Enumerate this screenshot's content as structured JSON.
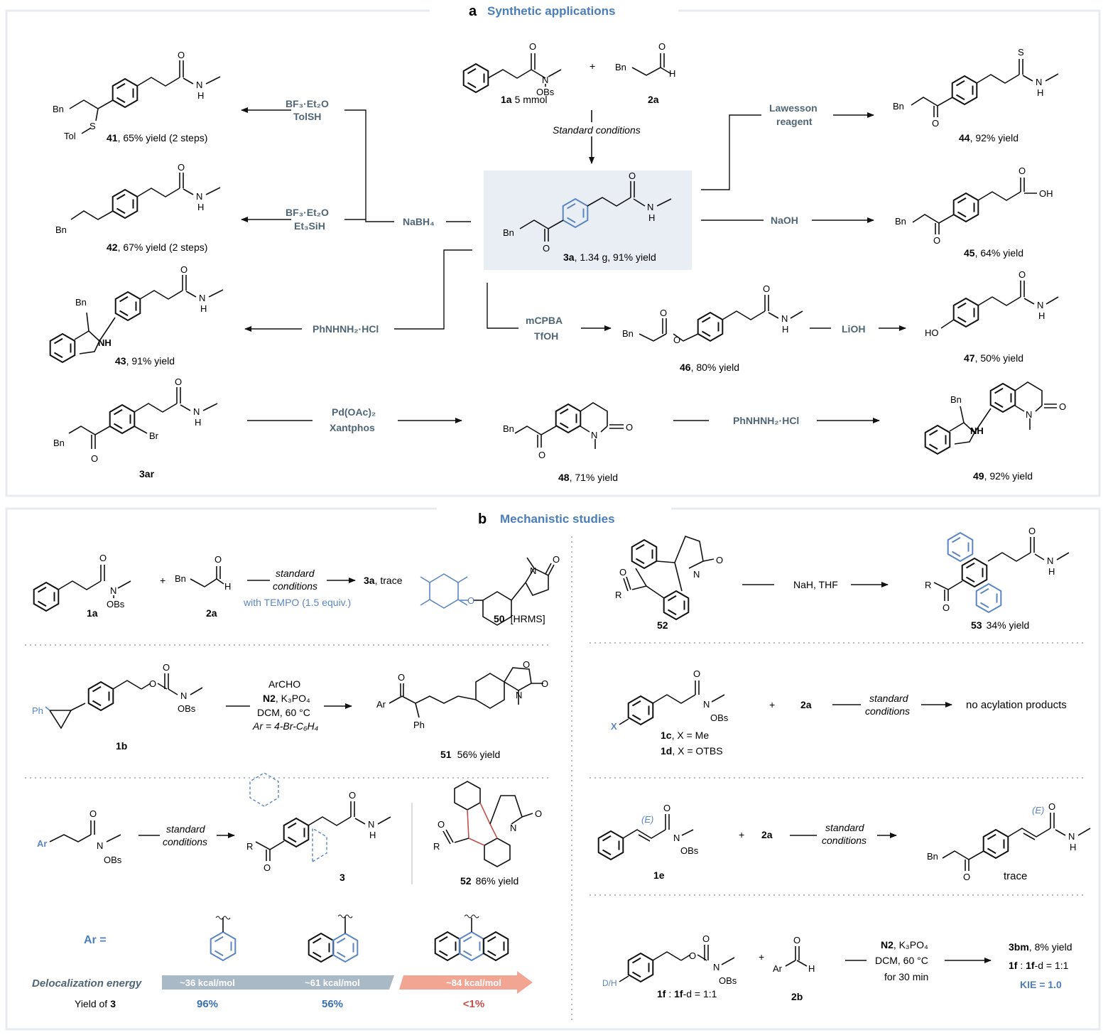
{
  "panel_a": {
    "letter": "a",
    "title": "Synthetic applications",
    "start": {
      "sm1_label": "1a",
      "sm1_amount": "5 mmol",
      "plus": "+",
      "sm2_label": "2a",
      "sm2_sub": "Bn",
      "conditions": "Standard conditions"
    },
    "center": {
      "label": "3a",
      "detail": ", 1.34 g, 91% yield",
      "bn": "Bn"
    },
    "reagents": {
      "bf3_tolsh_1": "BF₃·Et₂O",
      "bf3_tolsh_2": "TolSH",
      "bf3_silane_1": "BF₃·Et₂O",
      "bf3_silane_2": "Et₃SiH",
      "nabh4": "NaBH₄",
      "phnhnh2_1": "PhNHNH₂·HCl",
      "lawesson_1": "Lawesson",
      "lawesson_2": "reagent",
      "naoh": "NaOH",
      "mcpba_1": "mCPBA",
      "mcpba_2": "TfOH",
      "lioh": "LiOH",
      "pd_1": "Pd(OAc)₂",
      "pd_2": "Xantphos",
      "phnhnh2_2": "PhNHNH₂·HCl"
    },
    "products": {
      "p41": {
        "label": "41",
        "detail": ", 65% yield (2 steps)"
      },
      "p42": {
        "label": "42",
        "detail": ", 67% yield (2 steps)"
      },
      "p43": {
        "label": "43",
        "detail": ", 91% yield"
      },
      "p44": {
        "label": "44",
        "detail": ", 92% yield"
      },
      "p45": {
        "label": "45",
        "detail": ", 64% yield"
      },
      "p46": {
        "label": "46",
        "detail": ", 80% yield"
      },
      "p47": {
        "label": "47",
        "detail": ", 50% yield"
      },
      "p3ar": {
        "label": "3ar"
      },
      "p48": {
        "label": "48",
        "detail": ", 71% yield"
      },
      "p49": {
        "label": "49",
        "detail": ", 92% yield"
      }
    },
    "atoms": {
      "bn": "Bn",
      "tol": "Tol",
      "s": "S",
      "o": "O",
      "n": "N",
      "h": "H",
      "nh": "NH",
      "oh": "OH",
      "ho": "HO",
      "br": "Br",
      "obs": "OBs"
    }
  },
  "panel_b": {
    "letter": "b",
    "title": "Mechanistic studies",
    "tempo": {
      "sm1": "1a",
      "sm2": "2a",
      "cond_1": "standard",
      "cond_2": "conditions",
      "cond_3": "with TEMPO (1.5 equiv.)",
      "product": "3a",
      "product_detail": ", trace",
      "adduct": "50",
      "adduct_detail": "[HRMS]"
    },
    "clock": {
      "sm": "1b",
      "ph": "Ph",
      "cond_1": "ArCHO",
      "cond_2_bold": "N2",
      "cond_2": ", K₃PO₄",
      "cond_3": "DCM, 60 °C",
      "cond_4": "Ar = 4-Br-C₆H₄",
      "product": "51",
      "product_detail": "56% yield"
    },
    "scope": {
      "ar": "Ar",
      "cond_1": "standard",
      "cond_2": "conditions",
      "product": "3",
      "spiro": "52",
      "spiro_detail": "86% yield",
      "r": "R"
    },
    "deloc": {
      "ar_eq": "Ar  =",
      "label": "Delocalization energy",
      "yield_label": "Yield of",
      "yield_bold": "3",
      "series": [
        {
          "energy": "~36 kcal/mol",
          "yield": "96%",
          "color": "#3a6fb0"
        },
        {
          "energy": "~61 kcal/mol",
          "yield": "56%",
          "color": "#3a6fb0"
        },
        {
          "energy": "~84 kcal/mol",
          "yield": "<1%",
          "color": "#c0504d"
        }
      ]
    },
    "aromat": {
      "sm": "52",
      "cond": "NaH, THF",
      "product": "53",
      "product_detail": "34% yield",
      "r": "R"
    },
    "para": {
      "sm2": "2a",
      "cond_1": "standard",
      "cond_2": "conditions",
      "result": "no acylation products",
      "l1": "1c",
      "l1_detail": ", X = Me",
      "l2": "1d",
      "l2_detail": ", X = OTBS",
      "x": "X"
    },
    "alkene": {
      "sm": "1e",
      "sm2": "2a",
      "cond_1": "standard",
      "cond_2": "conditions",
      "result": "trace",
      "e_label": "(E)"
    },
    "kie": {
      "sm_1": "1f",
      "sm_sep": " : ",
      "sm_2": "1f",
      "sm_tail": "-d = 1:1",
      "dh": "D/H",
      "sm2": "2b",
      "ar": "Ar",
      "cond_1_bold": "N2",
      "cond_1": ", K₃PO₄",
      "cond_2": "DCM, 60 °C",
      "cond_3": "for 30 min",
      "r1_bold": "3bm",
      "r1": ", 8% yield",
      "r2_a": "1f",
      "r2_sep": " : ",
      "r2_b": "1f",
      "r2_tail": "-d = 1:1",
      "r3": "KIE = 1.0"
    }
  },
  "colors": {
    "title_blue": "#4a7ebb",
    "reagent_slate": "#4f6676",
    "highlight_bg": "#e9eef4",
    "ring_blue": "#5b86c2",
    "bar_slate": "#a9bac6",
    "bar_salmon": "#f2a593",
    "red": "#c0504d"
  }
}
